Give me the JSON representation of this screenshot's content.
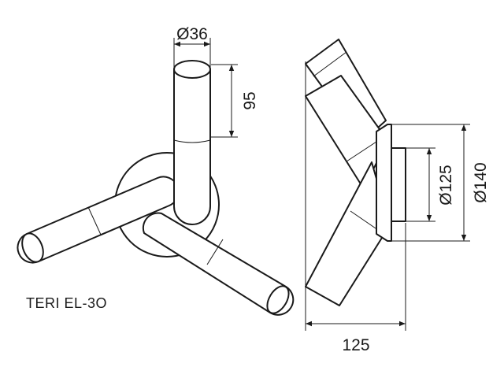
{
  "product": {
    "model": "TERI EL-3O"
  },
  "dimensions": {
    "tube_diameter": "Ø36",
    "tube_length": "95",
    "inner_diameter": "Ø125",
    "outer_diameter": "Ø140",
    "depth": "125"
  }
}
